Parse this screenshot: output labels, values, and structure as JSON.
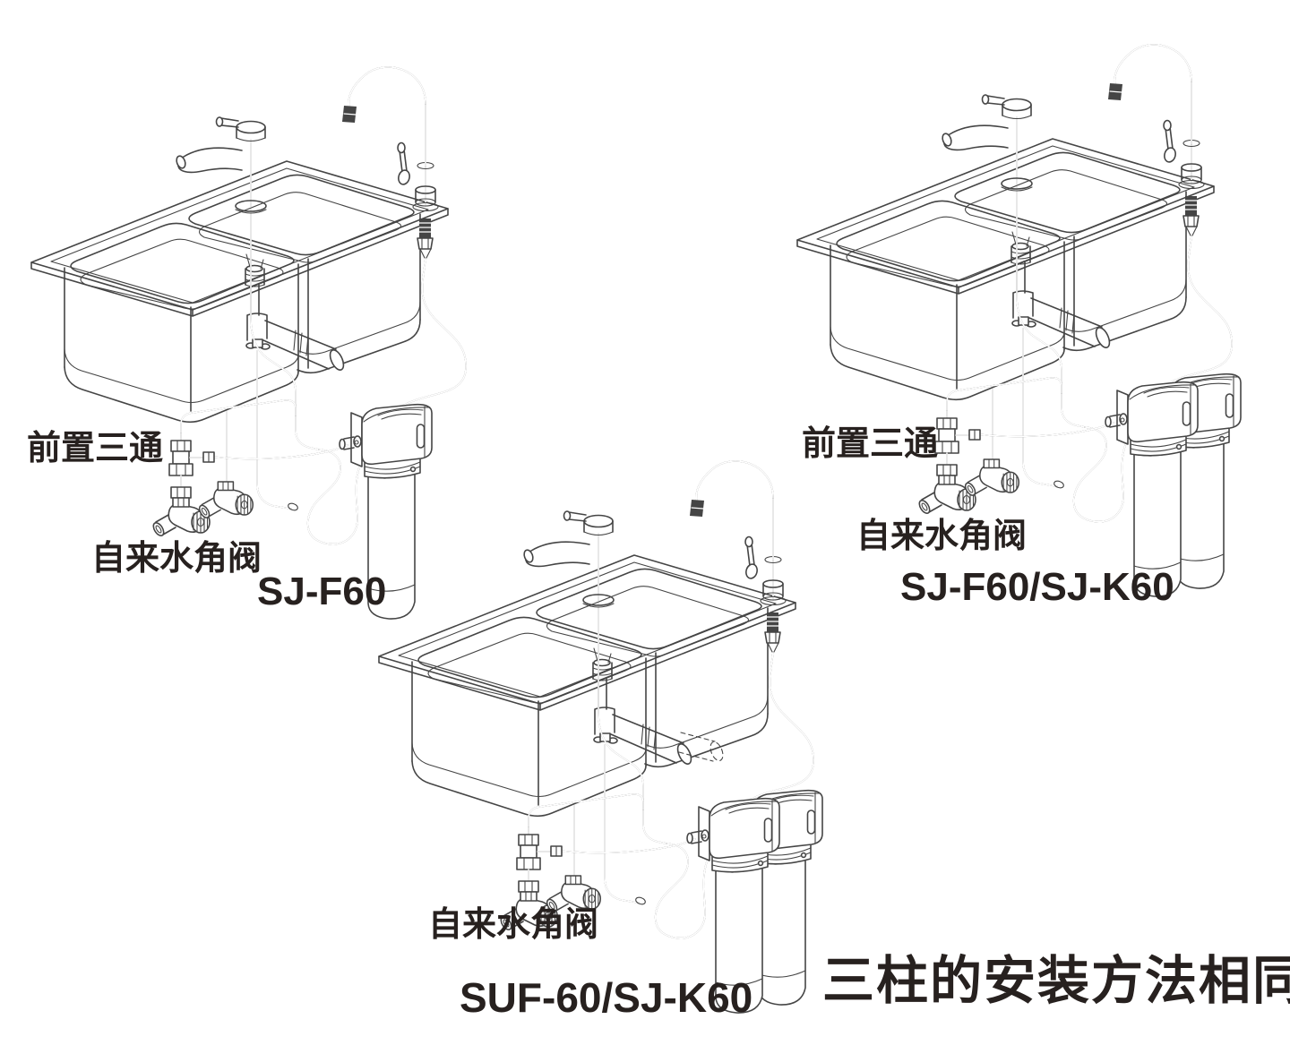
{
  "colors": {
    "background": "#ffffff",
    "line": "#454545",
    "text": "#27211f"
  },
  "diagrams": [
    {
      "id": "single-cartridge",
      "model": "SJ-F60",
      "tee_label": "前置三通",
      "valve_label": "自来水角阀",
      "filter_cartridges": 1
    },
    {
      "id": "dual-cartridge",
      "model": "SJ-F60/SJ-K60",
      "tee_label": "前置三通",
      "valve_label": "自来水角阀",
      "filter_cartridges": 2
    },
    {
      "id": "dual-cartridge-alt",
      "model": "SUF-60/SJ-K60",
      "valve_label": "自来水角阀",
      "filter_cartridges": 2
    }
  ],
  "caption": "三柱的安装方法相同"
}
